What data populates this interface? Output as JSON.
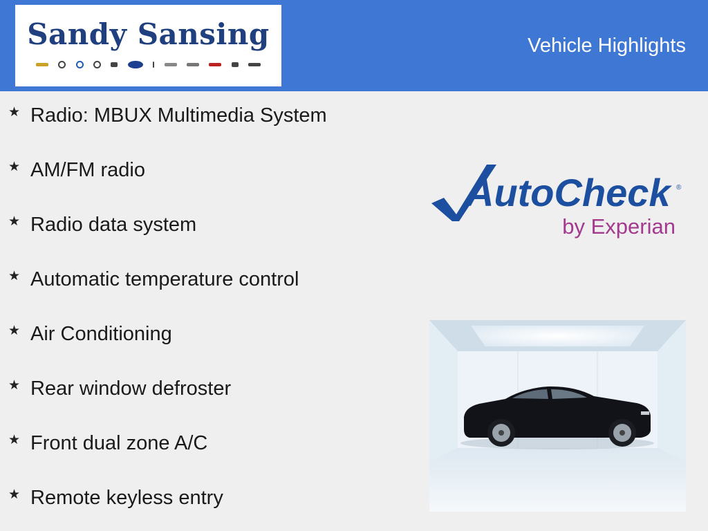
{
  "header": {
    "logo_text": "Sandy Sansing",
    "title": "Vehicle Highlights"
  },
  "features": [
    "Radio: MBUX Multimedia System",
    "AM/FM radio",
    "Radio data system",
    "Automatic temperature control",
    "Air Conditioning",
    "Rear window defroster",
    "Front dual zone A/C",
    "Remote keyless entry"
  ],
  "autocheck": {
    "name": "AutoCheck",
    "registered": "®",
    "byline": "by Experian"
  },
  "colors": {
    "header_bg": "#3f78d4",
    "page_bg": "#efefef",
    "autocheck_blue": "#1d4fa0",
    "experian_purple": "#a33a8f"
  },
  "icons": {
    "bullet": "star-icon"
  }
}
